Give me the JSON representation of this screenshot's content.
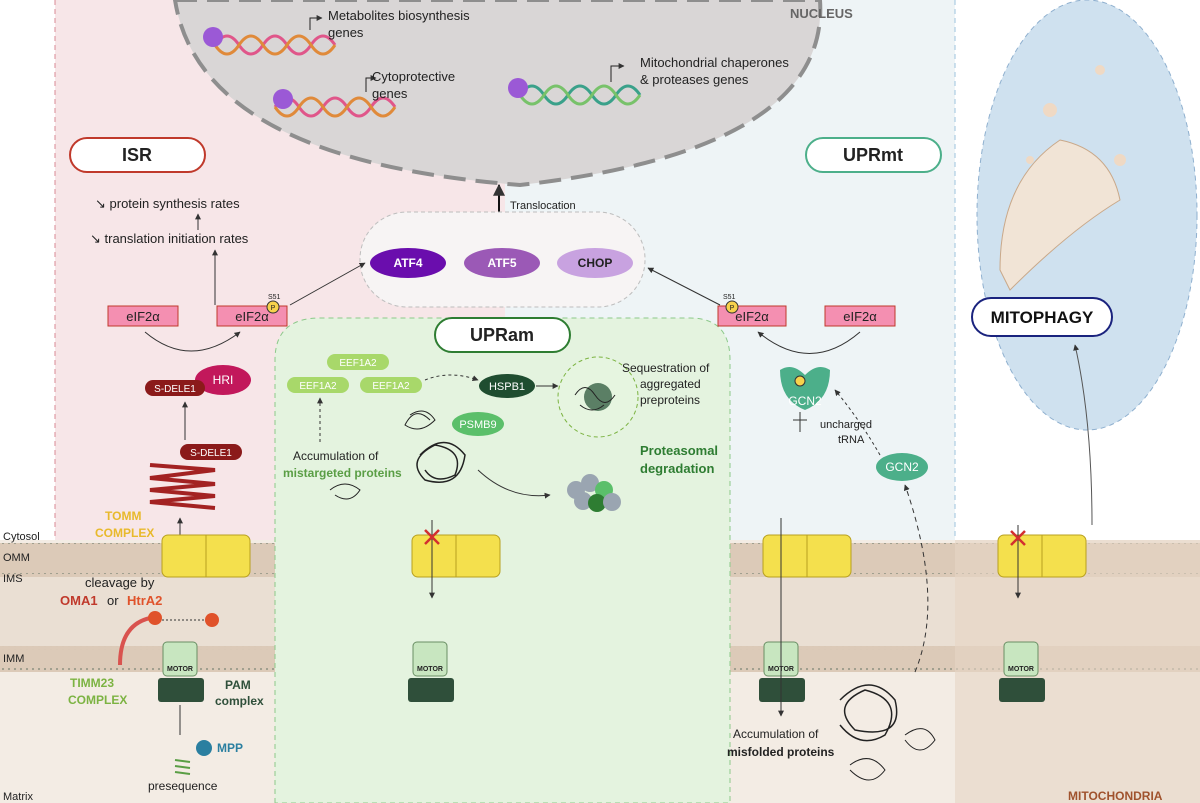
{
  "nucleus": {
    "label": "NUCLEUS",
    "metabolites_line1": "Metabolites biosynthesis",
    "metabolites_line2": "genes",
    "cytoprotective_line1": "Cytoprotective",
    "cytoprotective_line2": "genes",
    "chaperones_line1": "Mitochondrial chaperones",
    "chaperones_line2": "& proteases genes",
    "translocation": "Translocation"
  },
  "titles": {
    "isr": "ISR",
    "uprmt": "UPRmt",
    "upram": "UPRam",
    "mitophagy": "MITOPHAGY"
  },
  "tfs": {
    "atf4": "ATF4",
    "atf5": "ATF5",
    "chop": "CHOP"
  },
  "isr": {
    "protein_synthesis": "↘ protein synthesis rates",
    "translation_initiation": "↘ translation initiation rates",
    "eif2a": "eIF2α",
    "eif2a_p": "eIF2α",
    "s51": "S51",
    "p": "P",
    "hri": "HRI",
    "s_dele1_a": "S-DELE1",
    "s_dele1_b": "S-DELE1",
    "tomm_1": "TOMM",
    "tomm_2": "COMPLEX",
    "cleavage_1": "cleavage by",
    "oma1": "OMA1",
    "or": "or",
    "htra2": "HtrA2",
    "timm23_1": "TIMM23",
    "timm23_2": "COMPLEX",
    "pam_1": "PAM",
    "pam_2": "complex",
    "mpp": "MPP",
    "presequence": "presequence"
  },
  "upram": {
    "eef_a": "EEF1A2",
    "eef_b": "EEF1A2",
    "eef_c": "EEF1A2",
    "hspb1": "HSPB1",
    "psmb9": "PSMB9",
    "seq_1": "Sequestration of",
    "seq_2": "aggregated",
    "seq_3": "preproteins",
    "acc_1": "Accumulation of",
    "acc_2": "mistargeted proteins",
    "deg_1": "Proteasomal",
    "deg_2": "degradation"
  },
  "uprmt": {
    "eif2a_p": "eIF2α",
    "eif2a": "eIF2α",
    "s51": "S51",
    "p": "P",
    "gcn2_a": "GCN2",
    "gcn2_b": "GCN2",
    "uncharged_1": "uncharged",
    "uncharged_2": "tRNA",
    "acc_1": "Accumulation of",
    "acc_2": "misfolded proteins"
  },
  "membrane": {
    "cytosol": "Cytosol",
    "omm": "OMM",
    "ims": "IMS",
    "imm": "IMM",
    "matrix": "Matrix",
    "mitochondria": "MITOCHONDRIA",
    "motor": "MOTOR"
  },
  "colors": {
    "isr_red": "#c0392b",
    "uprmt_teal": "#4caf8a",
    "upram_green": "#2e7d32",
    "mitophagy_navy": "#1a237e",
    "atf4": "#6a0dad",
    "atf5": "#9b59b6",
    "chop": "#c8a2e0",
    "eif2a_pink": "#f48fb1",
    "tomm_yellow": "#f4e04d",
    "motor_green": "#c8e6c0",
    "pam_dark": "#2f4f3a",
    "membrane_tan": "#dccab8"
  }
}
